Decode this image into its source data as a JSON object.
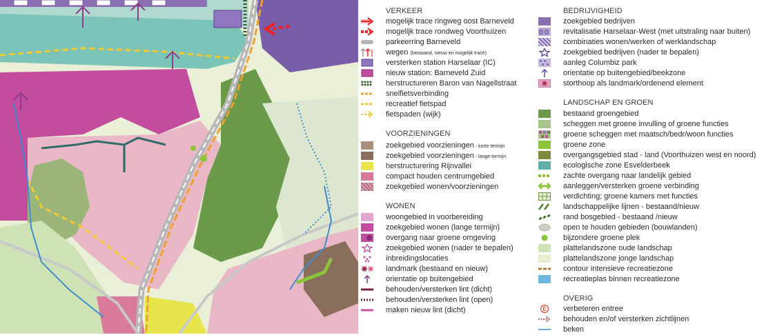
{
  "legend": {
    "left_col": {
      "sections": [
        {
          "title": "VERKEER",
          "items": [
            {
              "label": "mogelijk trace ringweg oost Barneveld",
              "icon": "red-road-arrow"
            },
            {
              "label": "mogelijk trace rondweg Voorthuizen",
              "icon": "red-dashed-arrow"
            },
            {
              "label": "parkeerring Barneveld",
              "icon": "grey-ring"
            },
            {
              "label": "wegen",
              "small": "(bestaand, nieuw en mogelijk trace)",
              "icon": "road-arrows"
            },
            {
              "label": "versterken station Harselaar (IC)",
              "icon": "purple-station"
            },
            {
              "label": "nieuw station: Barneveld Zuid",
              "icon": "magenta-station"
            },
            {
              "label": "herstructureren Baron van Nagellstraat",
              "icon": "green-dots"
            },
            {
              "label": "snelfietsverbinding",
              "icon": "orange-dashed"
            },
            {
              "label": "recreatief fietspad",
              "icon": "yellow-dashed"
            },
            {
              "label": "fietspaden (wijk)",
              "icon": "yellow-arrow"
            }
          ]
        },
        {
          "title": "VOORZIENINGEN",
          "items": [
            {
              "label": "zoekgebied voorzieningen",
              "small": " - korte termijn",
              "color": "#a8907e"
            },
            {
              "label": "zoekgebied voorzieningen",
              "small": " - lange termijn",
              "color": "#8a6e5c"
            },
            {
              "label": "herstructurering Rijnvallei",
              "color": "#e8e54c"
            },
            {
              "label": "compact houden centrumgebied",
              "color": "#d97a9a"
            },
            {
              "label": "zoekgebied wonen/voorzieningen",
              "color": "#b86f7f"
            }
          ]
        },
        {
          "title": "WONEN",
          "items": [
            {
              "label": "woongebied in voorbereiding",
              "color": "#e2a6cf"
            },
            {
              "label": "zoekgebied wonen (lange termijn)",
              "color": "#c34c9f"
            },
            {
              "label": "overgang naar groene omgeving",
              "color": "#c04da0"
            },
            {
              "label": "zoekgebied wonen (nader te bepalen)",
              "icon": "magenta-star"
            },
            {
              "label": "inbreidingslocaties",
              "icon": "magenta-dots"
            },
            {
              "label": "landmark (bestaand en nieuw)",
              "icon": "landmark-asterisk"
            },
            {
              "label": "orientatie op buitengebied",
              "icon": "magenta-up-arrow"
            },
            {
              "label": "behouden/versterken lint (dicht)",
              "icon": "maroon-solid"
            },
            {
              "label": "behouden/versterken lint (open)",
              "icon": "maroon-dotted"
            },
            {
              "label": "maken nieuw lint (dicht)",
              "icon": "magenta-solid"
            }
          ]
        }
      ]
    },
    "right_col": {
      "sections": [
        {
          "title": "BEDRIJVIGHEID",
          "items": [
            {
              "label": "zoekgebied bedrijven",
              "color": "#8a6fb3"
            },
            {
              "label": "revitalisatie Harselaar-West (met uitstraling naar buiten)",
              "icon": "purple-pattern"
            },
            {
              "label": "combinaties wonen/werken of werklandschap",
              "icon": "purple-hatch"
            },
            {
              "label": "zoekgebied bedrijven (nader te bepalen)",
              "icon": "purple-star"
            },
            {
              "label": "aanleg Columbiz park",
              "icon": "purple-squares"
            },
            {
              "label": "orientatie op buitengebied/beekzone",
              "icon": "purple-up-arrow"
            },
            {
              "label": "storthoop als landmark/ordenend element",
              "icon": "storthoop"
            }
          ]
        },
        {
          "title": "LANDSCHAP EN GROEN",
          "items": [
            {
              "label": "bestaand groengebied",
              "color": "#6a9a4a"
            },
            {
              "label": "scheggen met groene invulling of groene functies",
              "color": "#a8c489"
            },
            {
              "label": "groene scheggen met maatsch/bedr/woon functies",
              "icon": "mixed-squares"
            },
            {
              "label": "groene zone",
              "color": "#8cc43c"
            },
            {
              "label": "overgangsgebied stad - land (Voorthuizen west en noord)",
              "color": "#7e8a3c"
            },
            {
              "label": "ecologische zone Esvelderbeek",
              "color": "#5fb0a8"
            },
            {
              "label": "zachte overgang naar landelijk gebied",
              "icon": "green-dashed"
            },
            {
              "label": "aanleggen/versterken groene verbinding",
              "icon": "green-double-arrow"
            },
            {
              "label": "verdichting; groene kamers met functies",
              "icon": "green-grid"
            },
            {
              "label": "landschappelijke lijnen - bestaand/nieuw",
              "icon": "green-slashes"
            },
            {
              "label": "rand bosgebied - bestaand /nieuw",
              "icon": "green-dots-line"
            },
            {
              "label": "open te houden gebieden (bouwlanden)",
              "icon": "grey-oval"
            },
            {
              "label": "bijzondere groene plek",
              "icon": "green-dot"
            },
            {
              "label": "plattelandszone oude landschap",
              "color": "#cfe2b6"
            },
            {
              "label": "plattelandszone jonge landschap",
              "color": "#e6f0cf"
            },
            {
              "label": "contour intensieve recreatiezone",
              "icon": "brown-dashed"
            },
            {
              "label": "recreatieplas binnen recreatiezone",
              "color": "#6fb8e0"
            }
          ]
        },
        {
          "title": "OVERIG",
          "items": [
            {
              "label": "verbeteren entree",
              "icon": "entree-e"
            },
            {
              "label": "behouden en/of versterken zichtlijnen",
              "icon": "zichtlijn-arrow"
            },
            {
              "label": "beken",
              "icon": "blue-line"
            }
          ]
        }
      ]
    }
  },
  "colors": {
    "wonen_lange_termijn": "#c34c9f",
    "woongebied": "#eab7c6",
    "groen": "#6a9a4a",
    "bedrijven": "#8a6fb3",
    "beek": "#3f8ccc",
    "snelfiets": "#f0a030",
    "fietspad": "#f5c92e"
  }
}
